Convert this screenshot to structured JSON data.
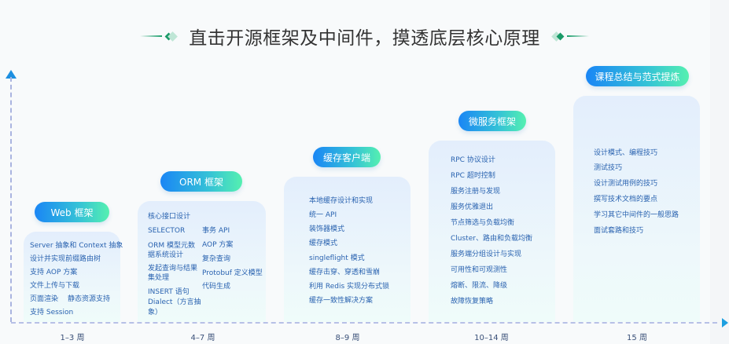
{
  "title": "直击开源框架及中间件，摸透底层核心原理",
  "colors": {
    "accent_green": "#1a9a68",
    "pill_gradient_start": "#1a86f5",
    "pill_gradient_end": "#55f0b0",
    "item_text": "#2a63b0",
    "axis_arrow": "#1d8fe0"
  },
  "stages": [
    {
      "name": "Web 框架",
      "weeks": "1–3 周",
      "items": [
        "Server 抽象和 Context 抽象",
        "设计并实现前缀路由树",
        "支持 AOP 方案",
        "文件上传与下载",
        "页面渲染",
        "静态资源支持",
        "支持 Session"
      ]
    },
    {
      "name": "ORM 框架",
      "weeks": "4–7 周",
      "items_left": [
        "核心接口设计",
        "SELECTOR",
        "ORM 模型元数",
        "据系统设计",
        "发起查询与结果",
        "集处理",
        "INSERT 语句",
        "Dialect（方言抽",
        "象）"
      ],
      "items_right": [
        "事务 API",
        "AOP 方案",
        "复杂查询",
        "Protobuf 定义模型",
        "代码生成"
      ]
    },
    {
      "name": "缓存客户端",
      "weeks": "8–9 周",
      "items": [
        "本地缓存设计和实现",
        "统一 API",
        "装饰器模式",
        "缓存模式",
        "singleflight 模式",
        "缓存击穿、穿透和雪崩",
        "利用 Redis 实现分布式锁",
        "缓存一致性解决方案"
      ]
    },
    {
      "name": "微服务框架",
      "weeks": "10–14 周",
      "items": [
        "RPC 协议设计",
        "RPC 超时控制",
        "服务注册与发现",
        "服务优雅退出",
        "节点筛选与负载均衡",
        "Cluster、路由和负载均衡",
        "服务端分组设计与实现",
        "可用性和可观测性",
        "熔断、限流、降级",
        "故障恢复策略"
      ]
    },
    {
      "name": "课程总结与范式提炼",
      "weeks": "15 周",
      "items": [
        "设计模式、编程技巧",
        "测试技巧",
        "设计测试用例的技巧",
        "撰写技术文档的要点",
        "学习其它中间件的一般思路",
        "面试套路和技巧"
      ]
    }
  ]
}
